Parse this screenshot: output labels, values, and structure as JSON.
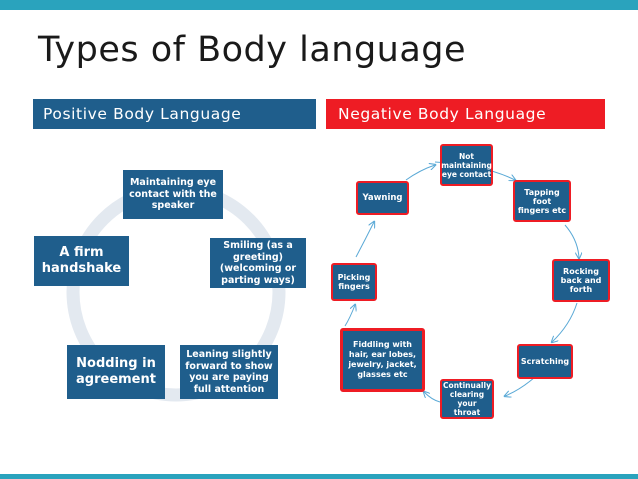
{
  "slide": {
    "title": "Types of Body language",
    "positive_header": "Positive Body Language",
    "negative_header": "Negative Body Language"
  },
  "positive": [
    {
      "id": "p1",
      "label": "Maintaining eye contact with the speaker"
    },
    {
      "id": "p2",
      "label": "Smiling (as a greeting)(welcoming or parting ways)"
    },
    {
      "id": "p3",
      "label": "Leaning slightly forward to show you are paying full attention"
    },
    {
      "id": "p4",
      "label": "Nodding in agreement"
    },
    {
      "id": "p5",
      "label": "A firm handshake"
    }
  ],
  "negative": [
    {
      "id": "n1",
      "label": "Not maintaining eye contact"
    },
    {
      "id": "n2",
      "label": "Tapping foot fingers etc"
    },
    {
      "id": "n3",
      "label": "Rocking back and forth"
    },
    {
      "id": "n4",
      "label": "Scratching"
    },
    {
      "id": "n5",
      "label": "Continually clearing your throat"
    },
    {
      "id": "n6",
      "label": "Fiddling with hair, ear lobes, jewelry, jacket, glasses etc"
    },
    {
      "id": "n7",
      "label": "Picking fingers"
    },
    {
      "id": "n8",
      "label": "Yawning"
    }
  ],
  "colors": {
    "accent_bar": "#2aa3bd",
    "box": "#1f5e8c",
    "negative": "#ee1c24",
    "cycle": "#e3e9f0",
    "arrow": "#5aa9d6"
  }
}
